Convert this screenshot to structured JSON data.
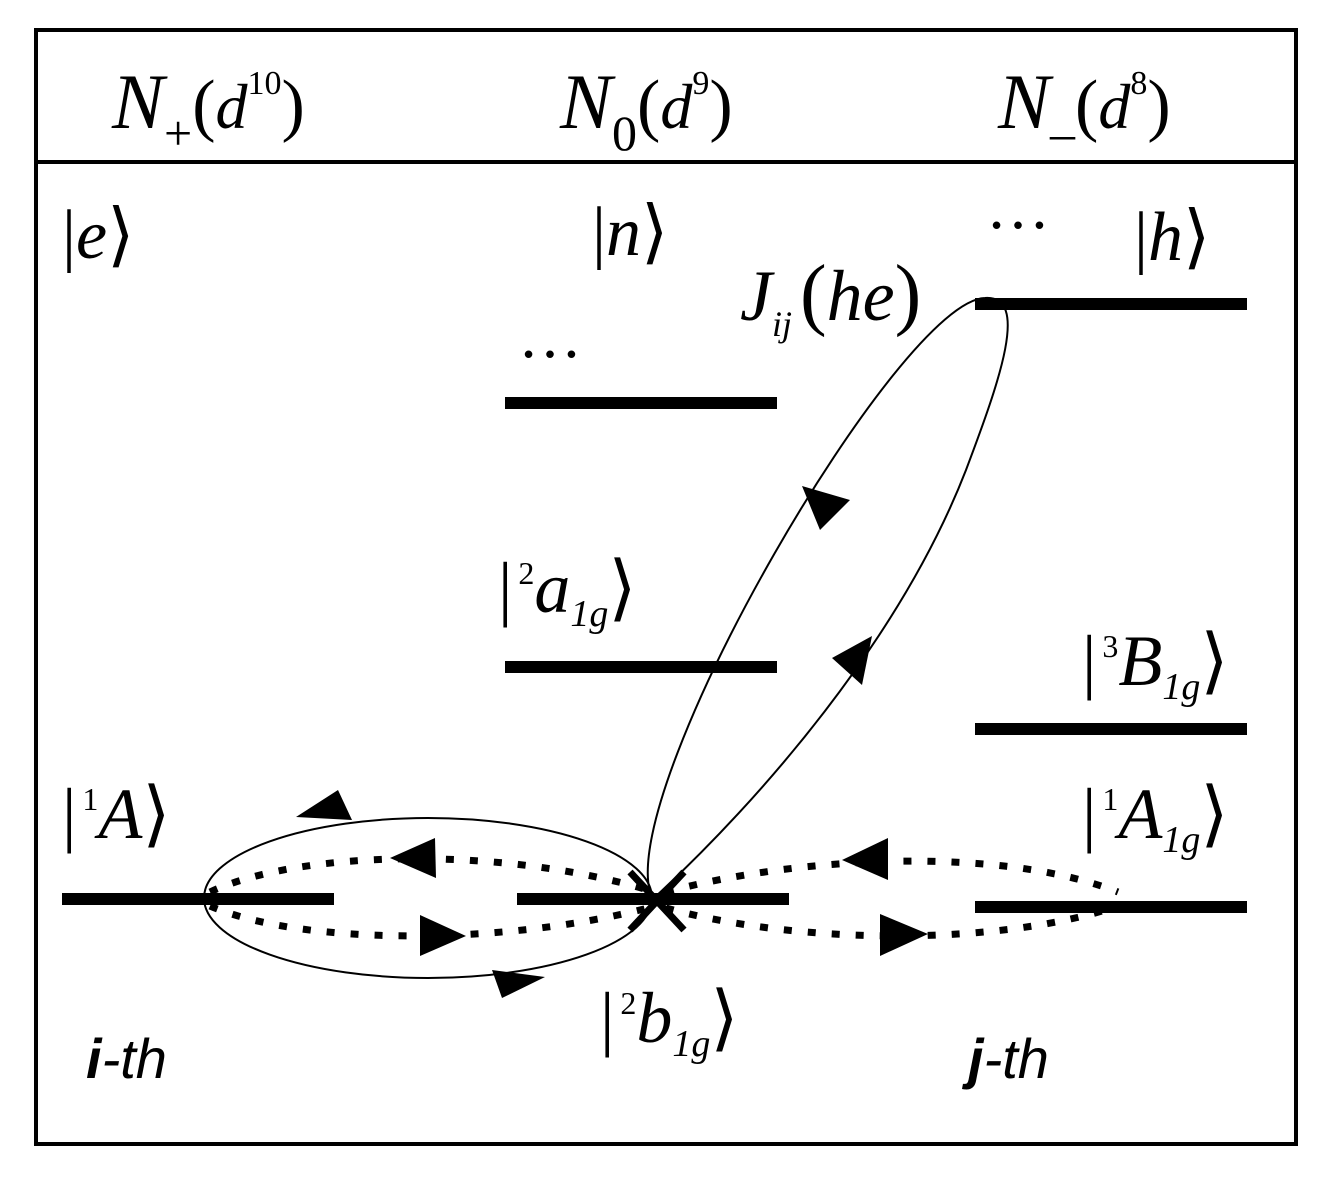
{
  "header": {
    "col_left": {
      "symbol": "N",
      "sub": "+",
      "open": "(",
      "orbital": "d",
      "sup": "10",
      "close": ")"
    },
    "col_mid": {
      "symbol": "N",
      "sub": "0",
      "open": "(",
      "orbital": "d",
      "sup": "9",
      "close": ")"
    },
    "col_right": {
      "symbol": "N",
      "sub": "–",
      "open": "(",
      "orbital": "d",
      "sup": "8",
      "close": ")"
    }
  },
  "kets": {
    "e": {
      "open": "|",
      "main": "e",
      "close": "⟩"
    },
    "n": {
      "open": "|",
      "main": "n",
      "close": "⟩"
    },
    "h": {
      "open": "|",
      "main": "h",
      "close": "⟩"
    },
    "a1g": {
      "open": "|",
      "sup": "2",
      "main": "a",
      "sub": "1g",
      "close": "⟩"
    },
    "B1g": {
      "open": "|",
      "sup": "3",
      "main": "B",
      "sub": "1g",
      "close": "⟩"
    },
    "A1g": {
      "open": "|",
      "sup": "1",
      "main": "A",
      "sub": "1g",
      "close": "⟩"
    },
    "A": {
      "open": "|",
      "sup": "1",
      "main": "A",
      "close": "⟩"
    },
    "b1g": {
      "open": "|",
      "sup": "2",
      "main": "b",
      "sub": "1g",
      "close": "⟩"
    }
  },
  "dots": {
    "top_right": "…",
    "mid_upper": "…"
  },
  "coupling": {
    "symbol": "J",
    "sub": "ij",
    "open": "(",
    "arg": "he",
    "close": ")"
  },
  "sites": {
    "left": {
      "letter": "i",
      "suffix": "-th"
    },
    "right": {
      "letter": "j",
      "suffix": "-th"
    }
  }
}
